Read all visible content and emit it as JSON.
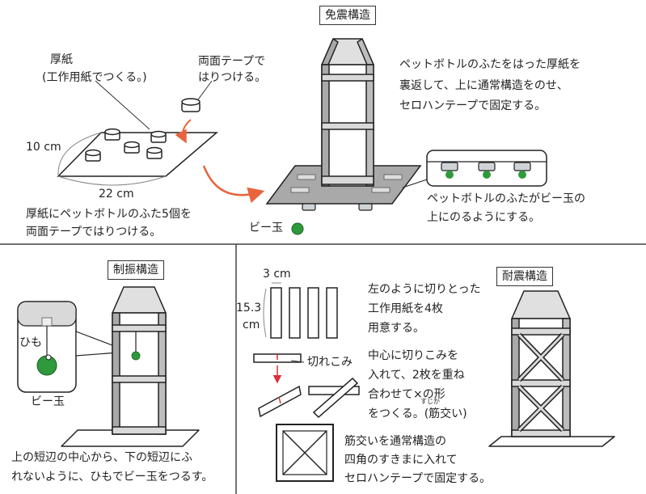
{
  "colors": {
    "accent": "#e8643c",
    "marble": "#2e9a3c",
    "board": "#a9a9a9",
    "cap": "#cfd3d6",
    "line": "#222222"
  },
  "titles": {
    "isolation": "免震構造",
    "damping": "制振構造",
    "resistant": "耐震構造"
  },
  "isolation": {
    "cardboard_label_1": "厚紙",
    "cardboard_label_2": "(工作用紙でつくる。)",
    "tape_label_1": "両面テープで",
    "tape_label_2": "はりつける。",
    "dim_10cm": "10 cm",
    "dim_22cm": "22 cm",
    "attach_note_1": "厚紙にペットボトルのふた5個を",
    "attach_note_2": "両面テープではりつける。",
    "flip_note_1": "ペットボトルのふたをはった厚紙を",
    "flip_note_2": "裏返して、上に通常構造をのせ、",
    "flip_note_3": "セロハンテープで固定する。",
    "marble_label": "ビー玉",
    "cap_note_1": "ペットボトルのふたがビー玉の",
    "cap_note_2": "上にのるようにする。"
  },
  "damping": {
    "string_label": "ひも",
    "marble_label": "ビー玉",
    "note_1": "上の短辺の中心から、下の短辺にふ",
    "note_2": "れないように、ひもでビー玉をつるす。"
  },
  "resistant": {
    "dim_3cm": "3 cm",
    "dim_15_3": "15.3",
    "dim_cm": "cm",
    "cut_note_1": "左のように切りとった",
    "cut_note_2": "工作用紙を4枚",
    "cut_note_3": "用意する。",
    "notch_label": "切れこみ",
    "notch_note_1": "中心に切りこみを",
    "notch_note_2": "入れて、2枚を重ね",
    "notch_note_3": "合わせて×の形",
    "notch_note_4": "をつくる。(筋交い)",
    "ruby": "すじか",
    "brace_note_1": "筋交いを通常構造の",
    "brace_note_2": "四角のすきまに入れて",
    "brace_note_3": "セロハンテープで固定する。"
  }
}
